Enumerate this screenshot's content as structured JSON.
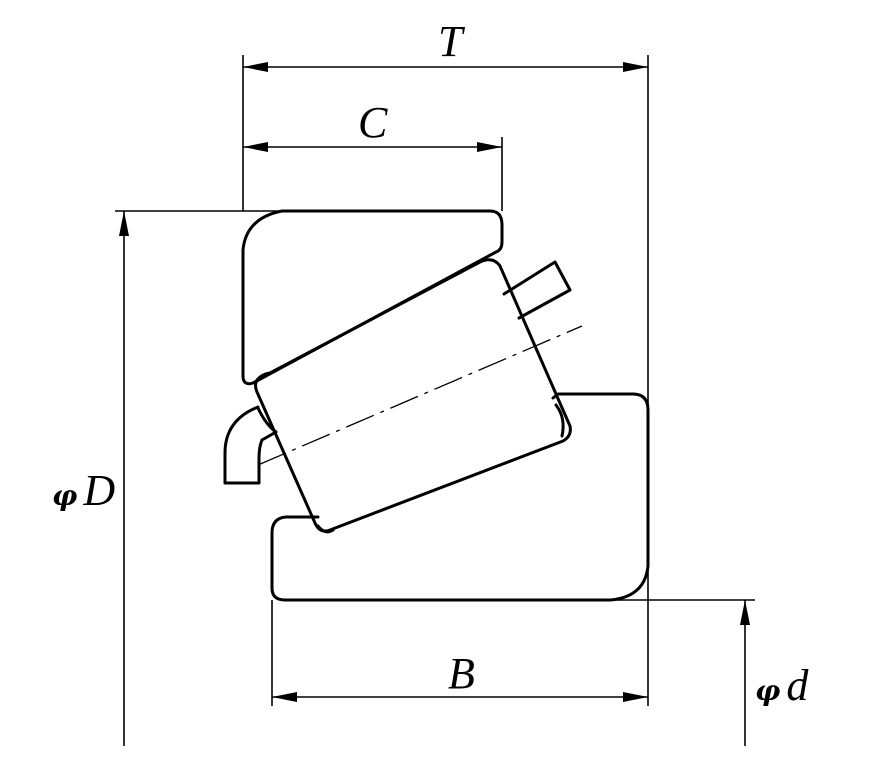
{
  "labels": {
    "T": "T",
    "C": "C",
    "B": "B",
    "phi_symbol": "φ",
    "D": "D",
    "d": "d"
  }
}
